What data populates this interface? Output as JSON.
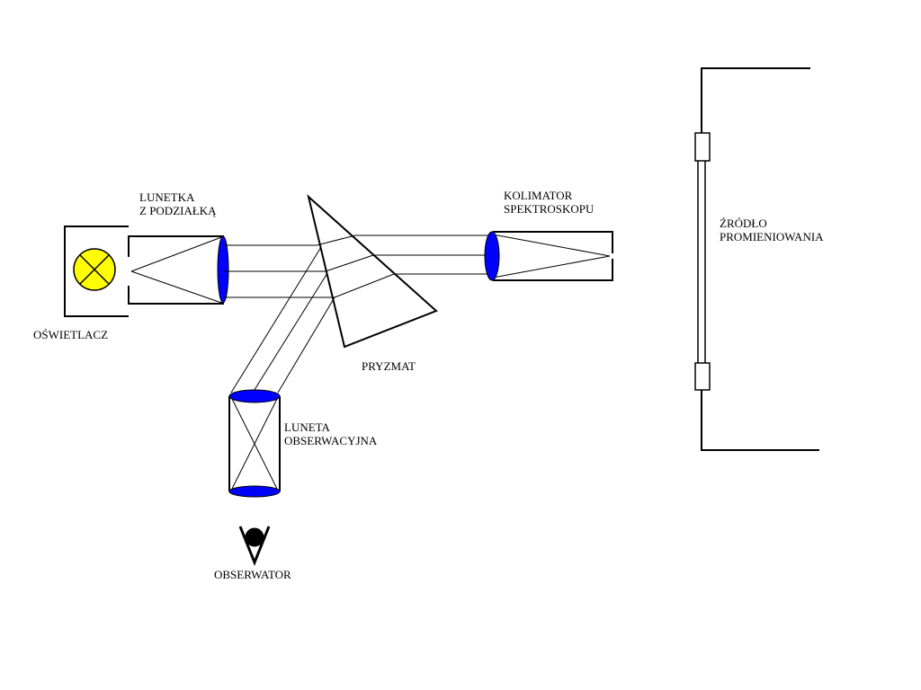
{
  "labels": {
    "lunetka_line1": "LUNETKA",
    "lunetka_line2": "Z PODZIAŁKĄ",
    "kolimator_line1": "KOLIMATOR",
    "kolimator_line2": "SPEKTROSKOPU",
    "zrodlo_line1": "ŹRÓDŁO",
    "zrodlo_line2": "PROMIENIOWANIA",
    "oswietlacz": "OŚWIETLACZ",
    "pryzmat": "PRYZMAT",
    "luneta_line1": "LUNETA",
    "luneta_line2": "OBSERWACYJNA",
    "obserwator": "OBSERWATOR"
  },
  "colors": {
    "lens": "#0000ff",
    "lamp": "#ffff00",
    "line": "#000000",
    "background": "#ffffff"
  },
  "icons": {
    "lamp": "lamp-cross-icon",
    "eye": "eye-icon"
  }
}
